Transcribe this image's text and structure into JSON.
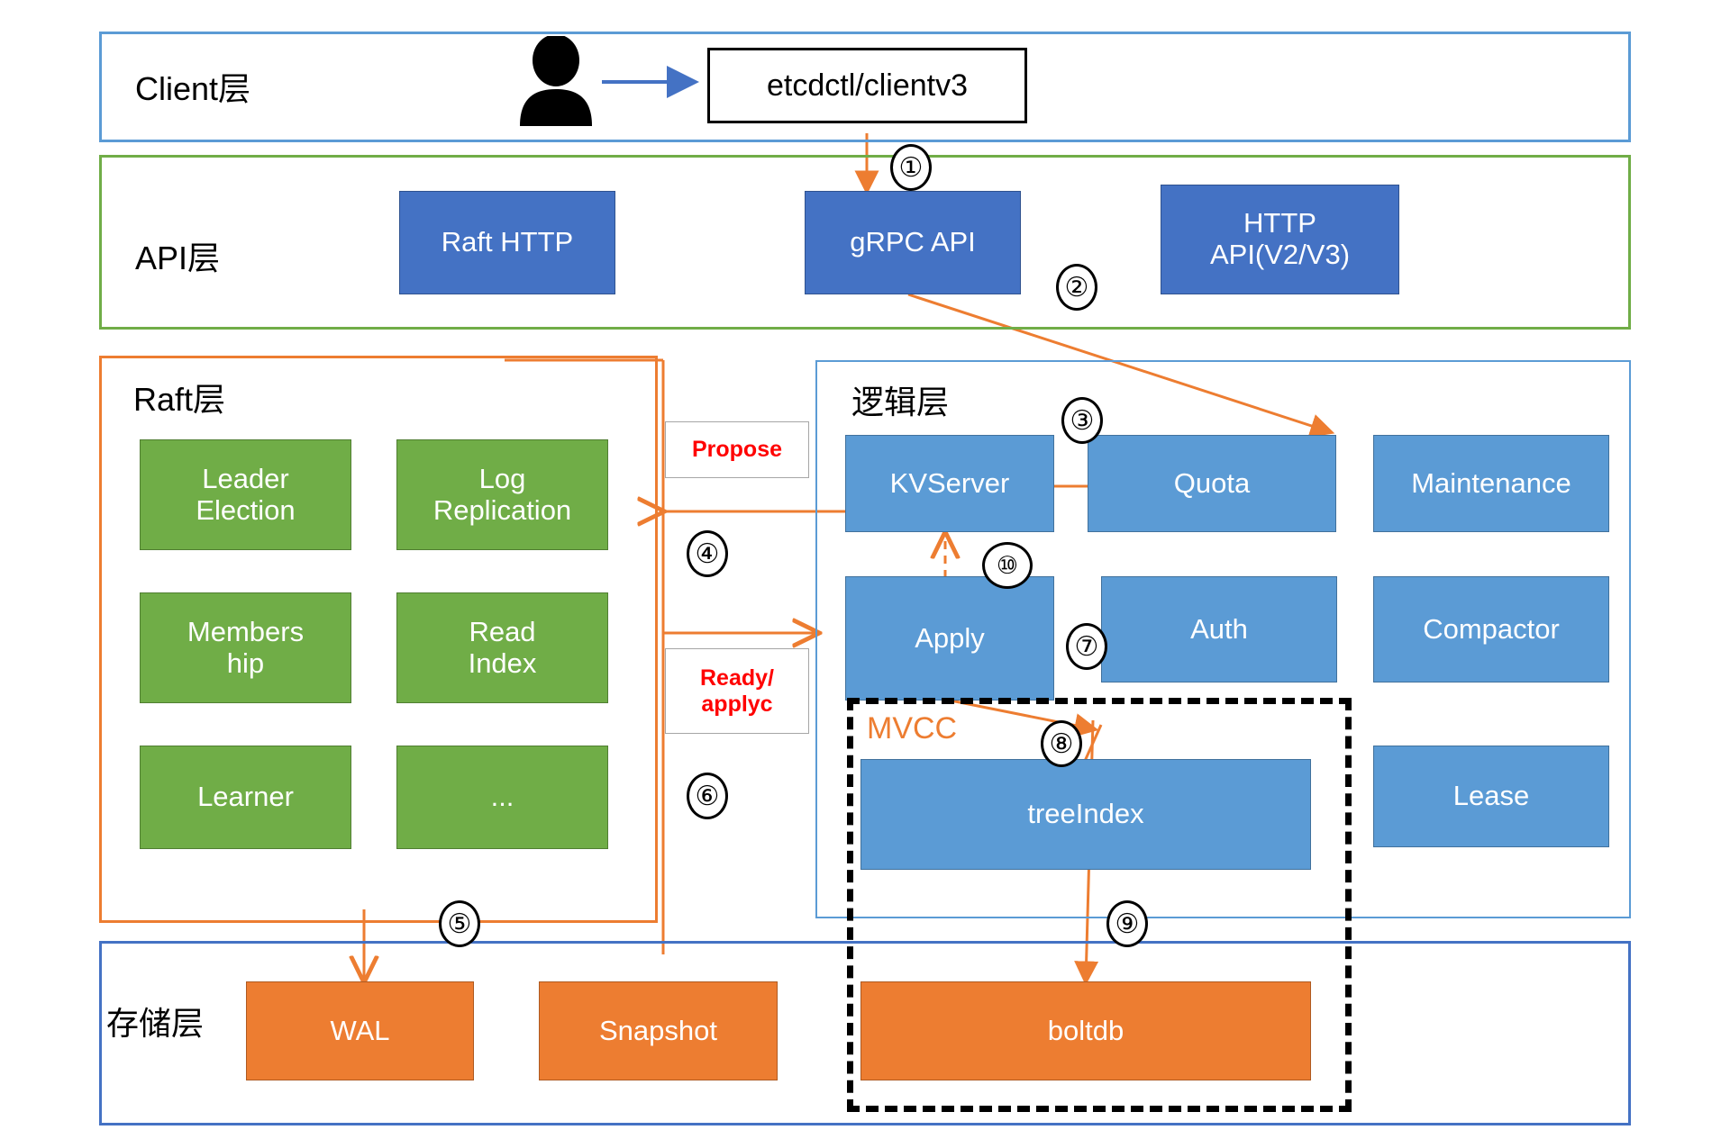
{
  "diagram": {
    "title": "etcd architecture layers",
    "colors": {
      "client_border": "#5B9BD5",
      "api_border": "#70AD47",
      "raft_border": "#ED7D31",
      "logic_border": "#5B9BD5",
      "storage_border": "#4472C4",
      "api_node": "#4472C4",
      "logic_node": "#5B9BD5",
      "raft_node": "#70AD47",
      "storage_node": "#ED7D31",
      "mvcc_label": "#ED7D31",
      "arrow": "#ED7D31",
      "callout_text": "#FF0000",
      "client_arrow": "#4472C4"
    }
  },
  "client_layer": {
    "title": "Client层",
    "person_icon": "person-icon",
    "client_box": "etcdctl/clientv3"
  },
  "api_layer": {
    "title": "API层",
    "nodes": [
      {
        "label": "Raft HTTP"
      },
      {
        "label": "gRPC API"
      },
      {
        "label": "HTTP\nAPI(V2/V3)"
      }
    ]
  },
  "raft_layer": {
    "title": "Raft层",
    "nodes": [
      {
        "label": "Leader\nElection"
      },
      {
        "label": "Log\nReplication"
      },
      {
        "label": "Members\nhip"
      },
      {
        "label": "Read\nIndex"
      },
      {
        "label": "Learner"
      },
      {
        "label": "..."
      }
    ]
  },
  "logic_layer": {
    "title": "逻辑层",
    "nodes": [
      {
        "label": "KVServer"
      },
      {
        "label": "Quota"
      },
      {
        "label": "Maintenance"
      },
      {
        "label": "Apply"
      },
      {
        "label": "Auth"
      },
      {
        "label": "Compactor"
      },
      {
        "label": "treeIndex"
      },
      {
        "label": "Lease"
      }
    ],
    "mvcc_label": "MVCC"
  },
  "storage_layer": {
    "title": "存储层",
    "nodes": [
      {
        "label": "WAL"
      },
      {
        "label": "Snapshot"
      },
      {
        "label": "boltdb"
      }
    ]
  },
  "callouts": [
    {
      "label": "Propose"
    },
    {
      "label": "Ready/\napplyc"
    }
  ],
  "steps": [
    {
      "label": "①"
    },
    {
      "label": "②"
    },
    {
      "label": "③"
    },
    {
      "label": "④"
    },
    {
      "label": "⑤"
    },
    {
      "label": "⑥"
    },
    {
      "label": "⑦"
    },
    {
      "label": "⑧"
    },
    {
      "label": "⑨"
    },
    {
      "label": "⑩"
    }
  ]
}
